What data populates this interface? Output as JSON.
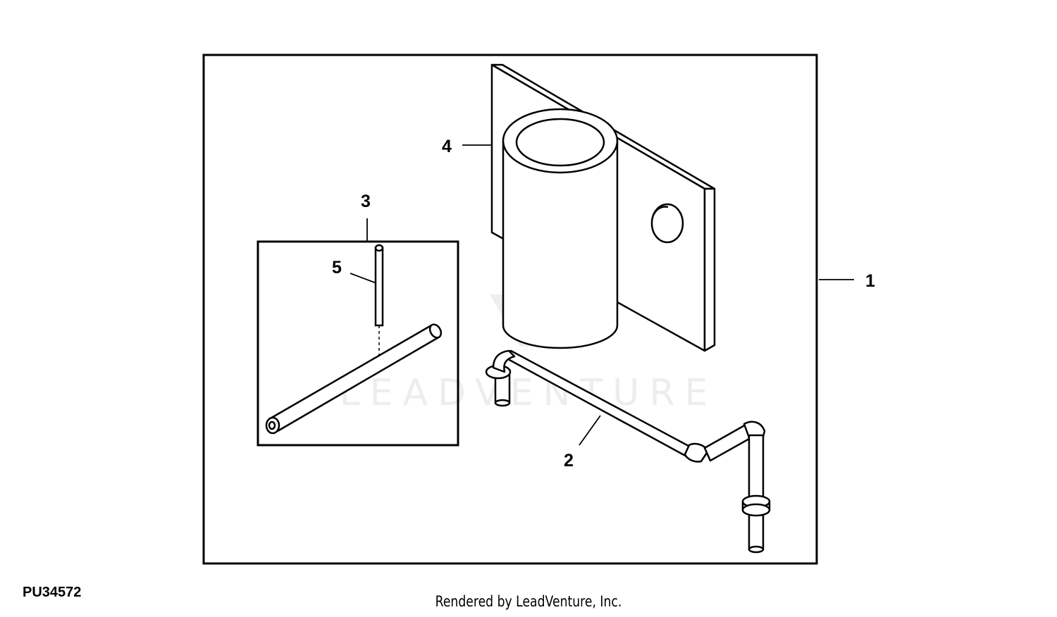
{
  "callouts": {
    "c1": "1",
    "c2": "2",
    "c3": "3",
    "c4": "4",
    "c5": "5"
  },
  "figure_id": "PU34572",
  "credit": "Rendered by LeadVenture, Inc.",
  "watermark": "LEADVENTURE",
  "colors": {
    "line": "#000000",
    "watermark": "#e6e6e6"
  }
}
